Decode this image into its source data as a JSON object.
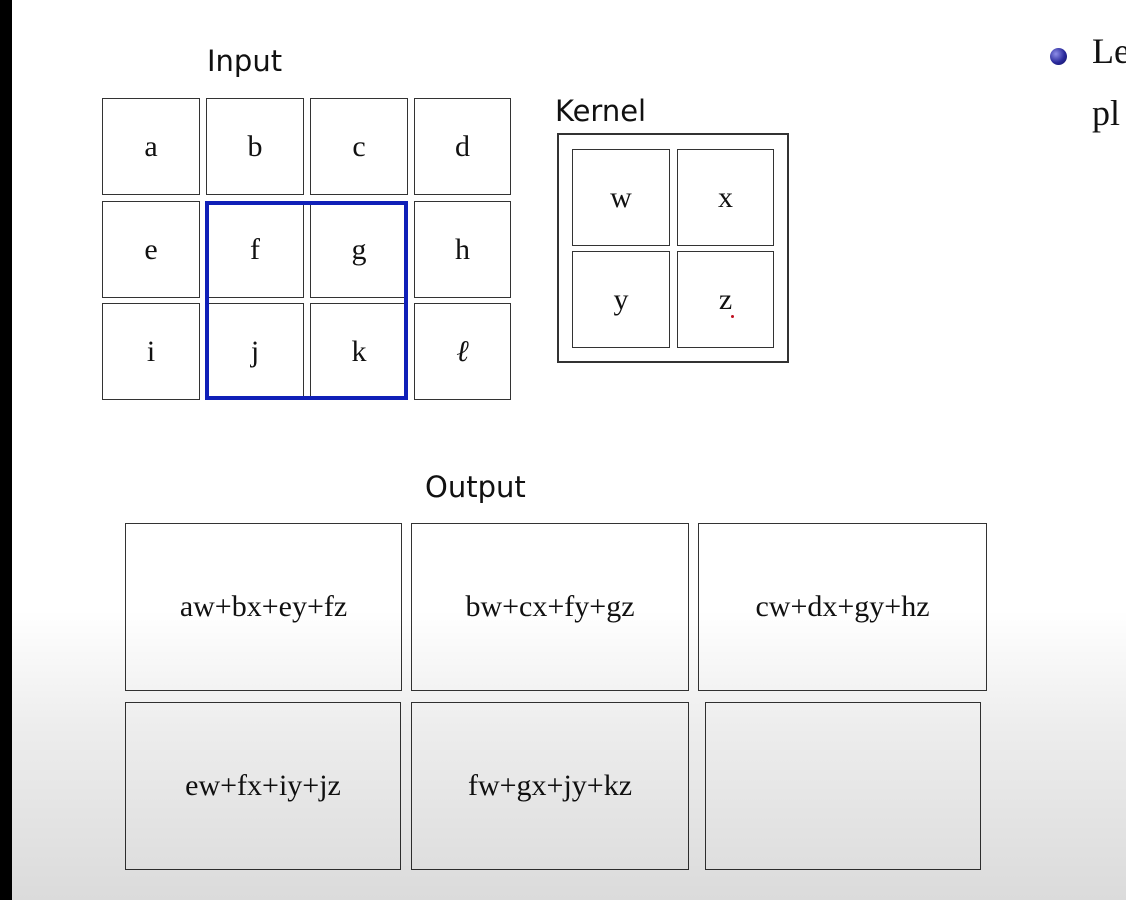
{
  "input": {
    "title": "Input",
    "cells": [
      [
        "a",
        "b",
        "c",
        "d"
      ],
      [
        "e",
        "f",
        "g",
        "h"
      ],
      [
        "i",
        "j",
        "k",
        "ℓ"
      ]
    ]
  },
  "kernel": {
    "title": "Kernel",
    "cells": [
      [
        "w",
        "x"
      ],
      [
        "y",
        "z"
      ]
    ]
  },
  "output": {
    "title": "Output",
    "cells": [
      [
        "aw+bx+ey+fz",
        "bw+cx+fy+gz",
        "cw+dx+gy+hz"
      ],
      [
        "ew+fx+iy+jz",
        "fw+gx+jy+kz",
        ""
      ]
    ]
  },
  "bullet": {
    "line1": "Le",
    "line2": "pl"
  },
  "colors": {
    "highlight": "#1020b8",
    "bullet": "#2a2a9c"
  }
}
